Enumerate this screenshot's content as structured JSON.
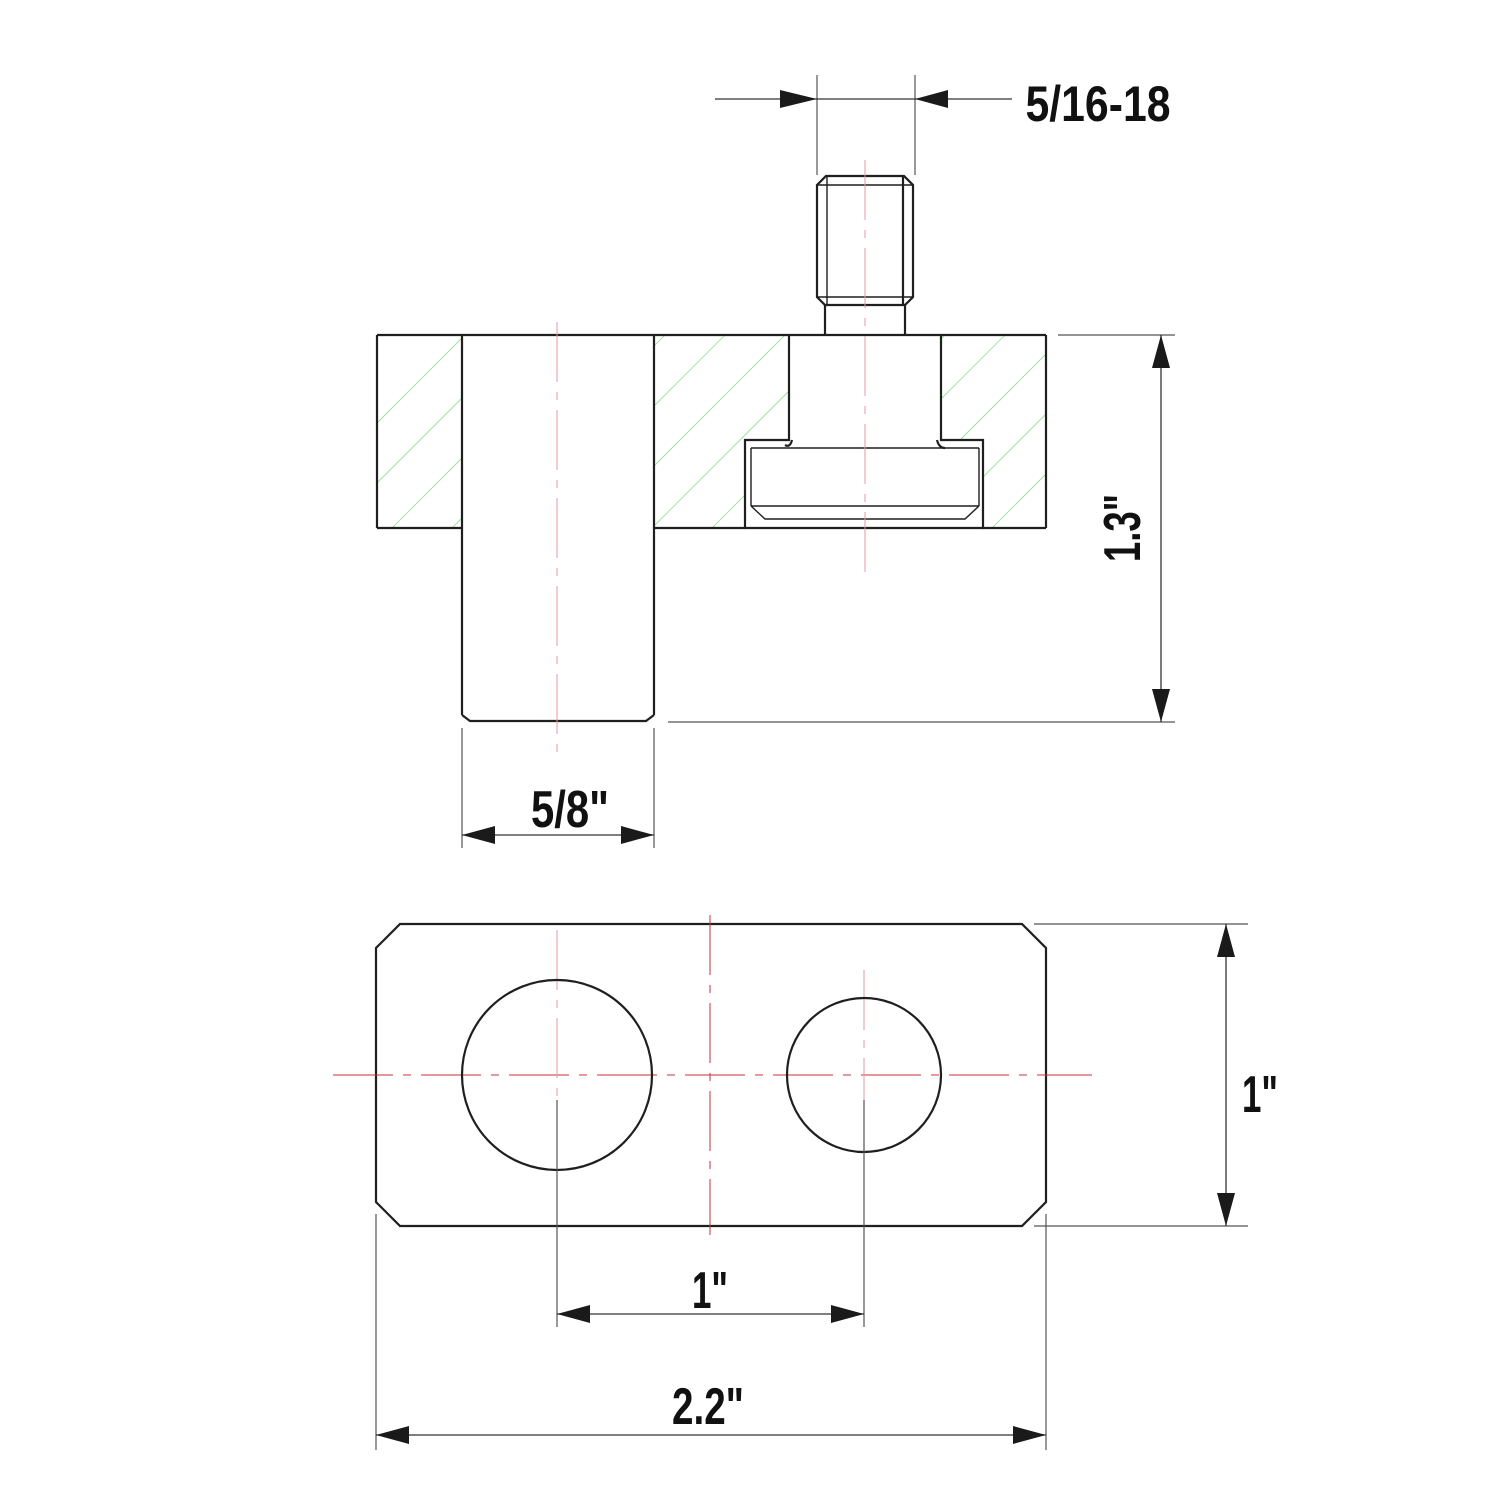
{
  "drawing": {
    "title": "Dual-pin plate technical drawing",
    "colors": {
      "object_line": "#1f1f1f",
      "center_line": "#c8303a",
      "hatch": "#8fe08f",
      "background": "#ffffff"
    },
    "side_view": {
      "dimensions": {
        "thread_spec": "5/16-18",
        "height": "1.3\"",
        "pin_diameter": "5/8\""
      }
    },
    "top_view": {
      "dimensions": {
        "width": "1\"",
        "hole_spacing": "1\"",
        "length": "2.2\""
      }
    }
  }
}
